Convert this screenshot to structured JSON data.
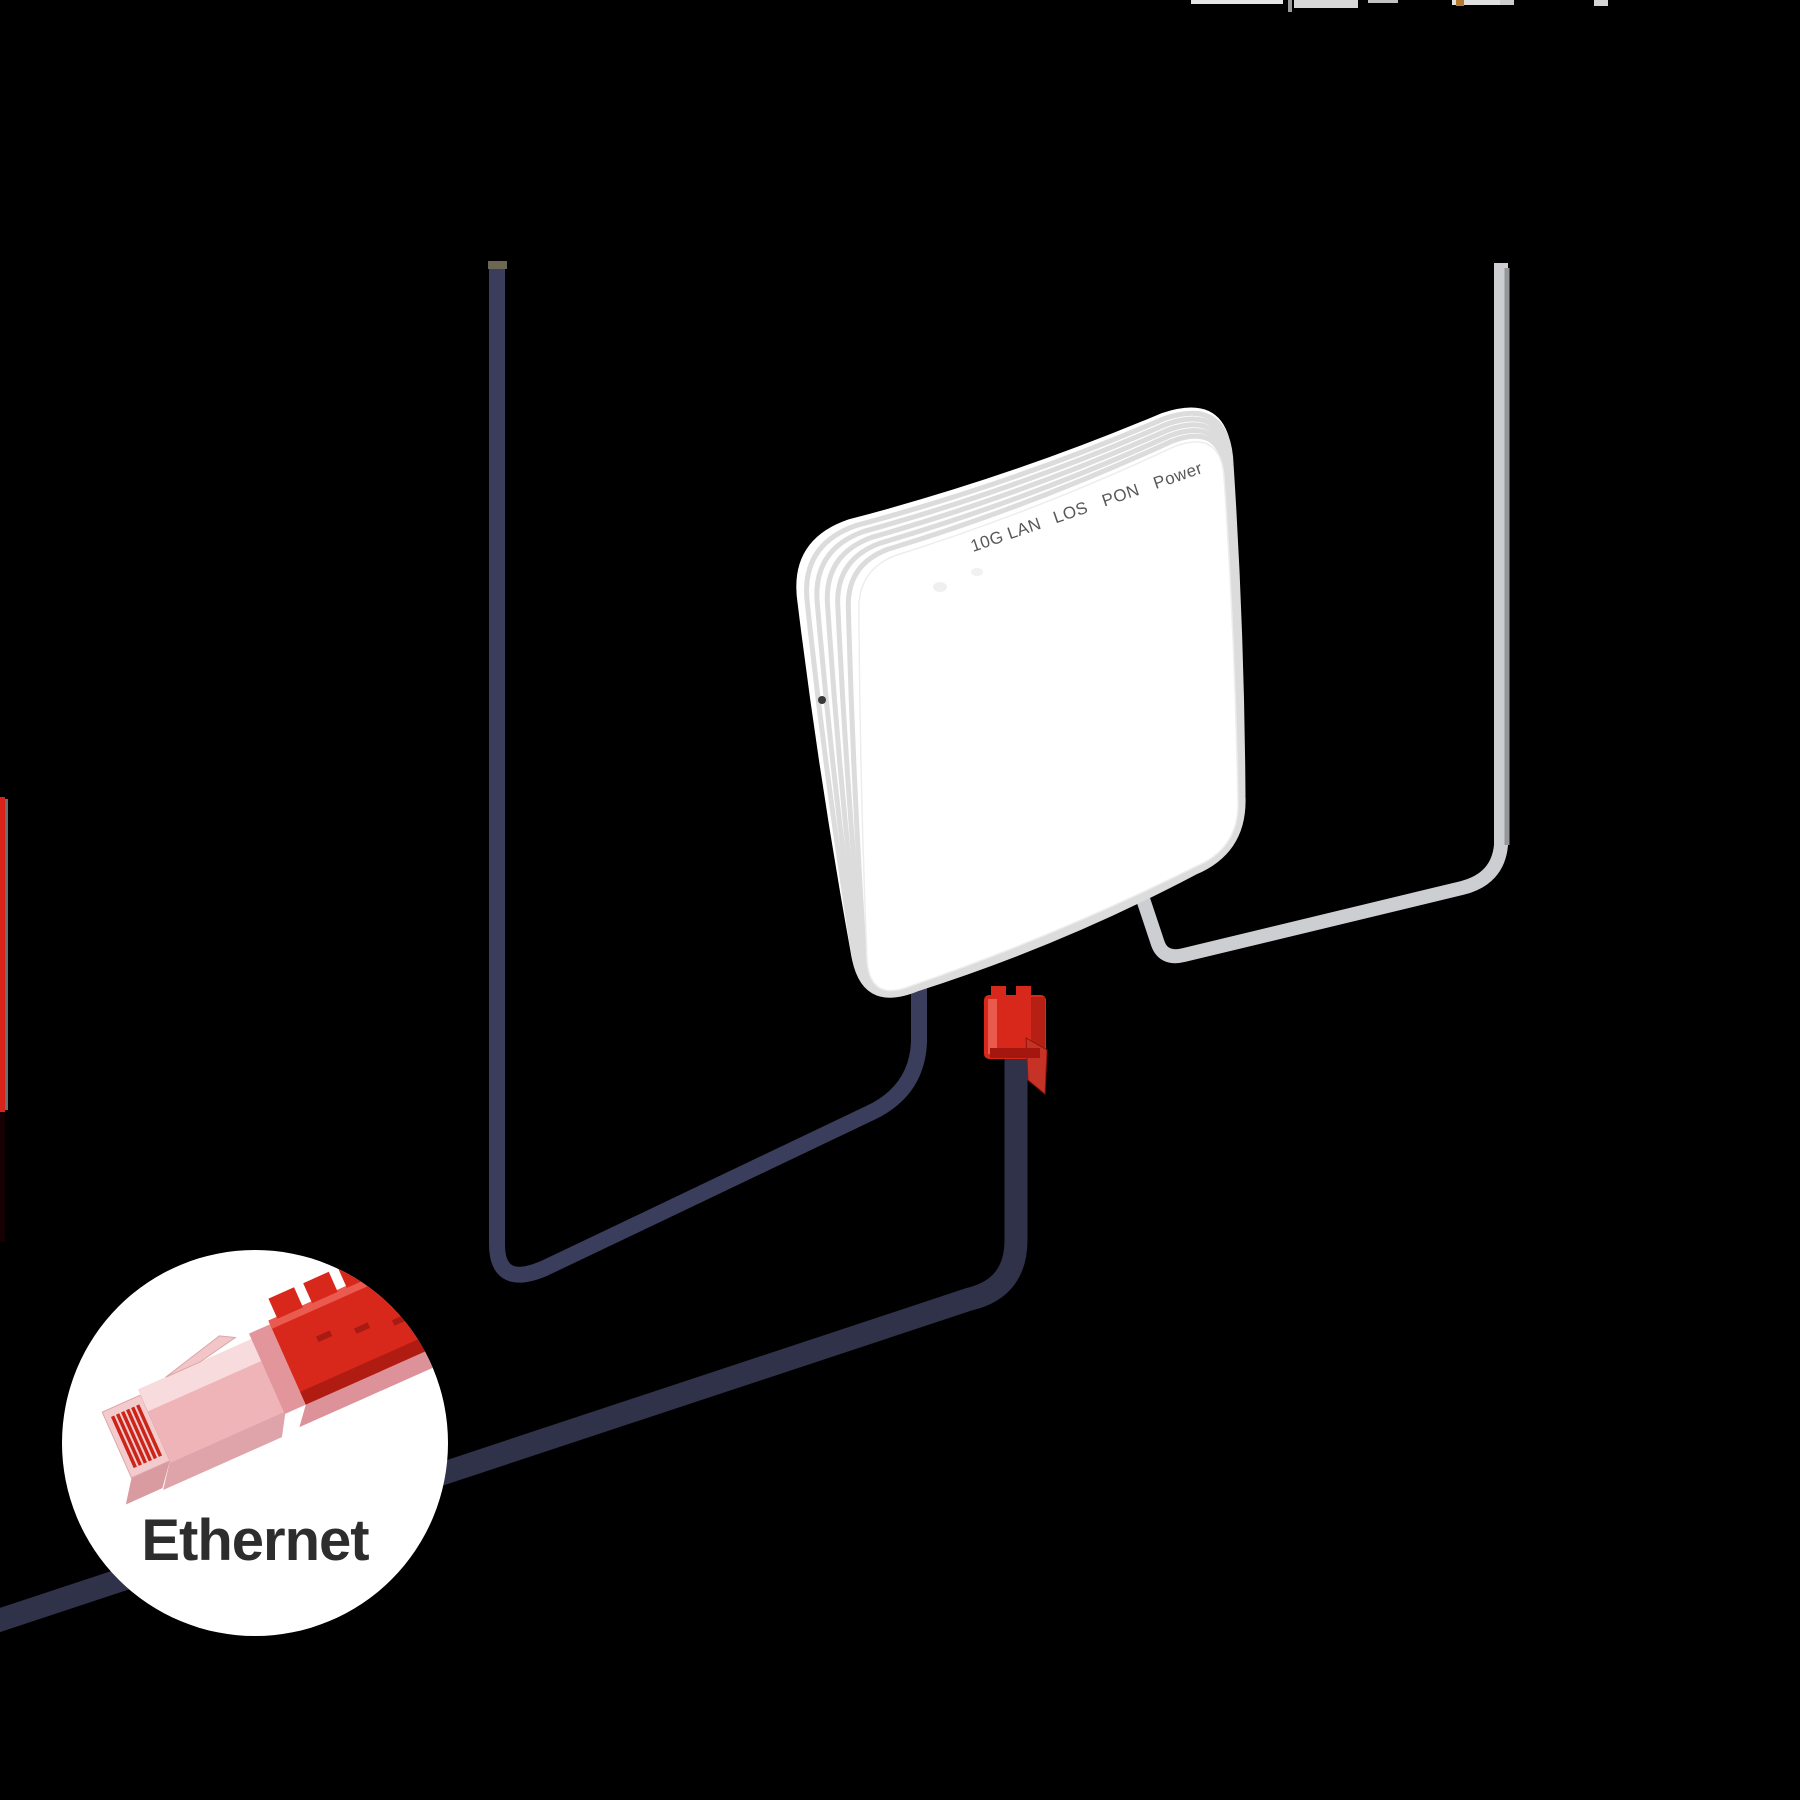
{
  "illustration": {
    "device": {
      "type": "broadband-ont-router",
      "led_labels": [
        "10G LAN",
        "LOS",
        "PON",
        "Power"
      ]
    },
    "callout": {
      "label": "Ethernet"
    },
    "colors": {
      "background": "#000000",
      "cable_navy": "#3a3d5c",
      "cable_navy_dark": "#2f3249",
      "cable_gray": "#ccced2",
      "cable_gray_edge": "#94969a",
      "connector_red": "#d8281c",
      "connector_red_dark": "#b01c12",
      "plug_pink": "#eeb4b8",
      "circle_background": "#ffffff",
      "label_text": "#2d2d2d",
      "led_text": "#585858",
      "edge_bar_red": "#d8231b",
      "cable_cap_olive": "#6b6753"
    }
  }
}
